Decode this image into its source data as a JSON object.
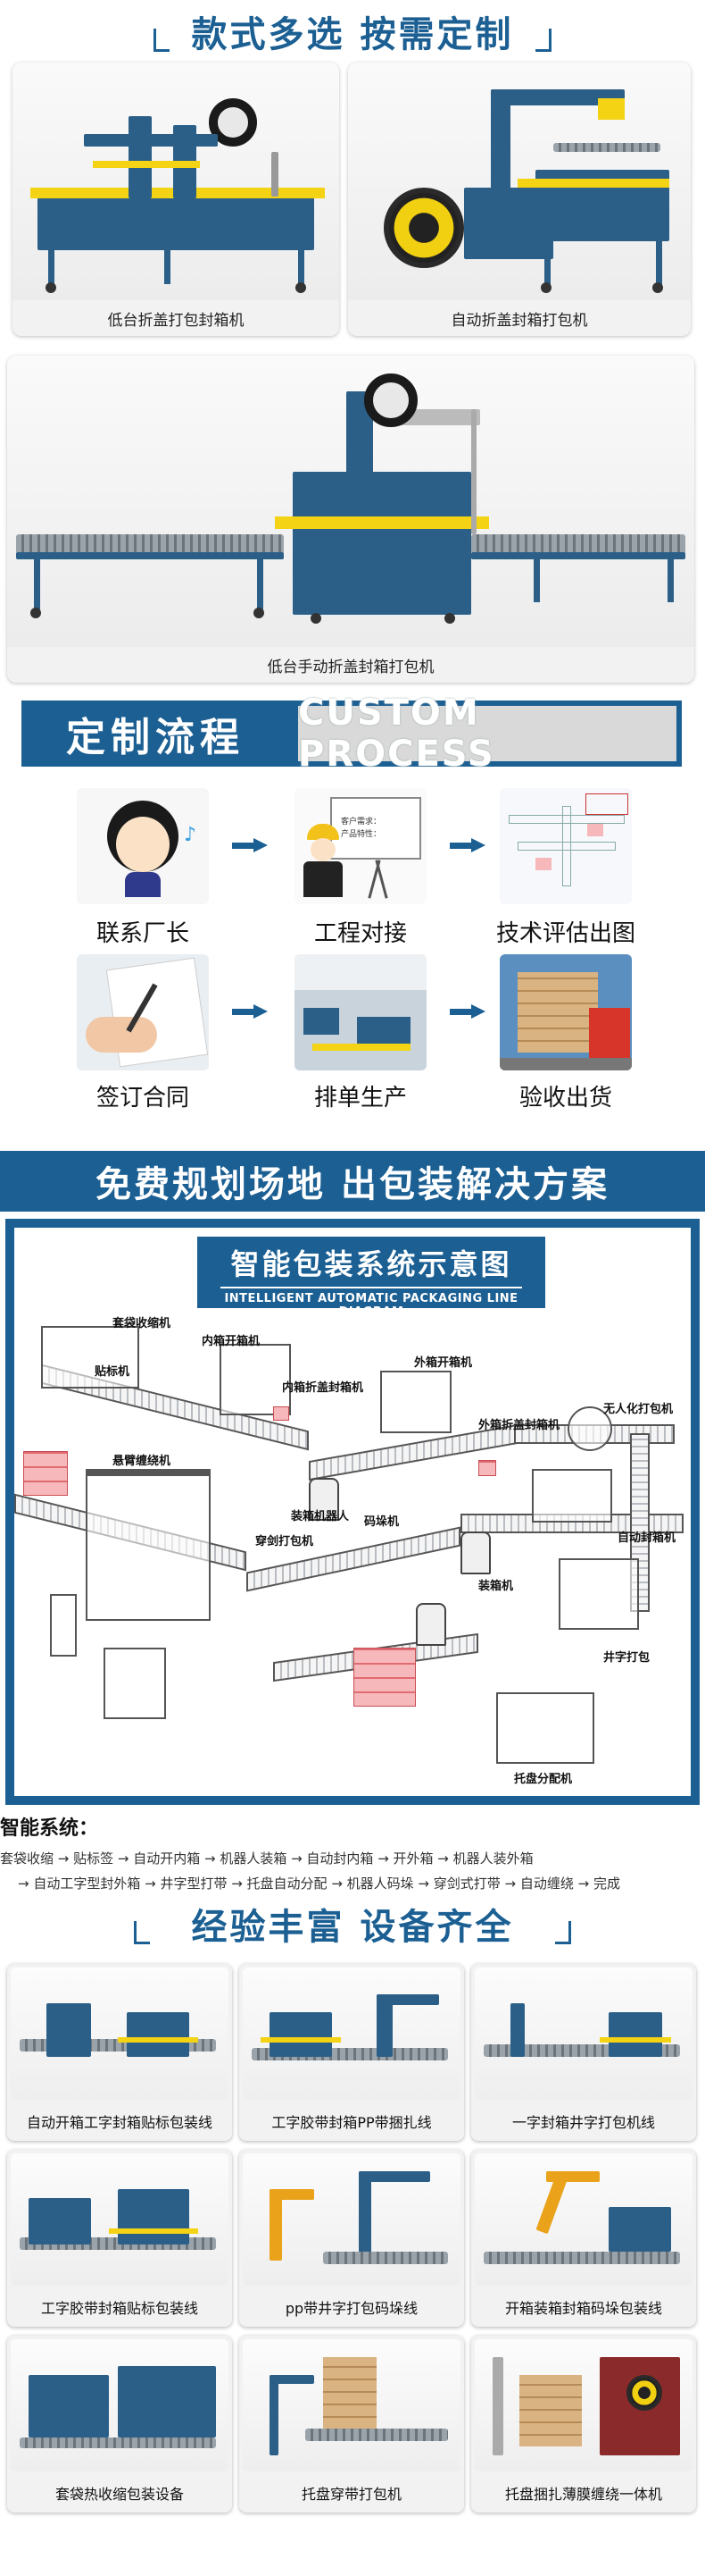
{
  "sec1": {
    "title": "款式多选  按需定制",
    "cards": [
      {
        "caption": "低台折盖打包封箱机"
      },
      {
        "caption": "自动折盖封箱打包机"
      },
      {
        "caption": "低台手动折盖封箱打包机"
      }
    ]
  },
  "process": {
    "title_cn": "定制流程",
    "title_en": "CUSTOM PROCESS",
    "steps": [
      {
        "label": "联系厂长",
        "icon": "headset-operator-icon"
      },
      {
        "label": "工程对接",
        "icon": "engineer-presentation-icon"
      },
      {
        "label": "技术评估出图",
        "icon": "blueprint-icon"
      },
      {
        "label": "签订合同",
        "icon": "contract-signing-icon"
      },
      {
        "label": "排单生产",
        "icon": "factory-production-icon"
      },
      {
        "label": "验收出货",
        "icon": "shipping-crate-icon"
      }
    ],
    "board_lines": [
      "客户需求：",
      "产品特性："
    ]
  },
  "plan": {
    "banner": "免费规划场地 出包装解决方案",
    "diagram_title": "智能包装系统示意图",
    "diagram_subtitle": "INTELLIGENT AUTOMATIC PACKAGING LINE DIAGRAM",
    "labels": {
      "bag_shrink": "套袋收缩机",
      "inner_open": "内箱开箱机",
      "labeler": "贴标机",
      "inner_fold": "内箱折盖封箱机",
      "outer_open": "外箱开箱机",
      "unmanned_strap": "无人化打包机",
      "outer_fold": "外箱折盖封箱机",
      "cantilever_wrap": "悬臂缠绕机",
      "robot_pack": "装箱机器人",
      "through_strap": "穿剑打包机",
      "palletizer": "码垛机",
      "carton_packer": "装箱机",
      "side_seal": "自动封箱机",
      "well_strap": "井字打包",
      "pallet_dispenser": "托盘分配机"
    },
    "system_label": "智能系统：",
    "system_flow_1": "套袋收缩 → 贴标签 → 自动开内箱 → 机器人装箱 → 自动封内箱 → 开外箱 → 机器人装外箱",
    "system_flow_2": "→ 自动工字型封外箱 → 井字型打带 → 托盘自动分配 → 机器人码垛 → 穿剑式打带 → 自动缠绕 → 完成"
  },
  "experience": {
    "title": "经验丰富  设备齐全",
    "items": [
      {
        "caption": "自动开箱工字封箱贴标包装线"
      },
      {
        "caption": "工字胶带封箱PP带捆扎线"
      },
      {
        "caption": "一字封箱井字打包机线"
      },
      {
        "caption": "工字胶带封箱贴标包装线"
      },
      {
        "caption": "pp带井字打包码垛线"
      },
      {
        "caption": "开箱装箱封箱码垛包装线"
      },
      {
        "caption": "套袋热收缩包装设备"
      },
      {
        "caption": "托盘穿带打包机"
      },
      {
        "caption": "托盘捆扎薄膜缠绕一体机"
      }
    ]
  },
  "colors": {
    "brand_blue": "#1b5f93",
    "machine_blue": "#2b5f88",
    "accent_yellow": "#f3d313"
  }
}
